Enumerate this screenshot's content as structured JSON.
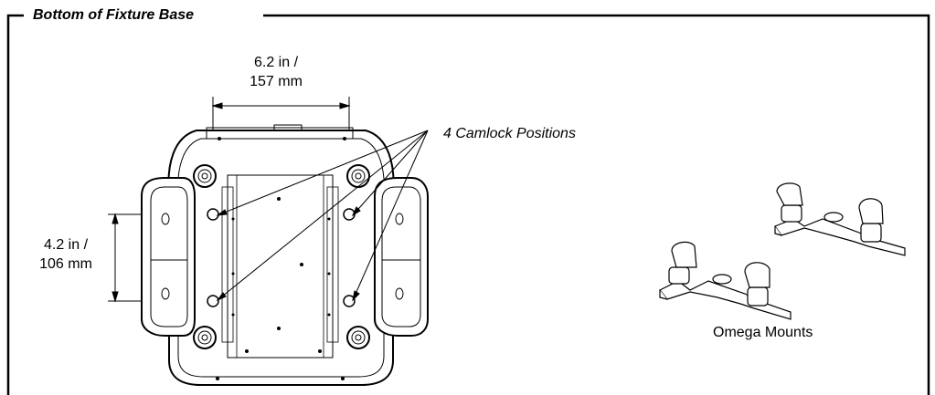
{
  "frame": {
    "title": "Bottom of Fixture Base"
  },
  "callout": {
    "label": "4 Camlock Positions"
  },
  "dimensions": {
    "width_line1": "6.2 in /",
    "width_line2": "157 mm",
    "height_line1": "4.2 in /",
    "height_line2": "106 mm"
  },
  "mounts": {
    "label": "Omega Mounts"
  }
}
